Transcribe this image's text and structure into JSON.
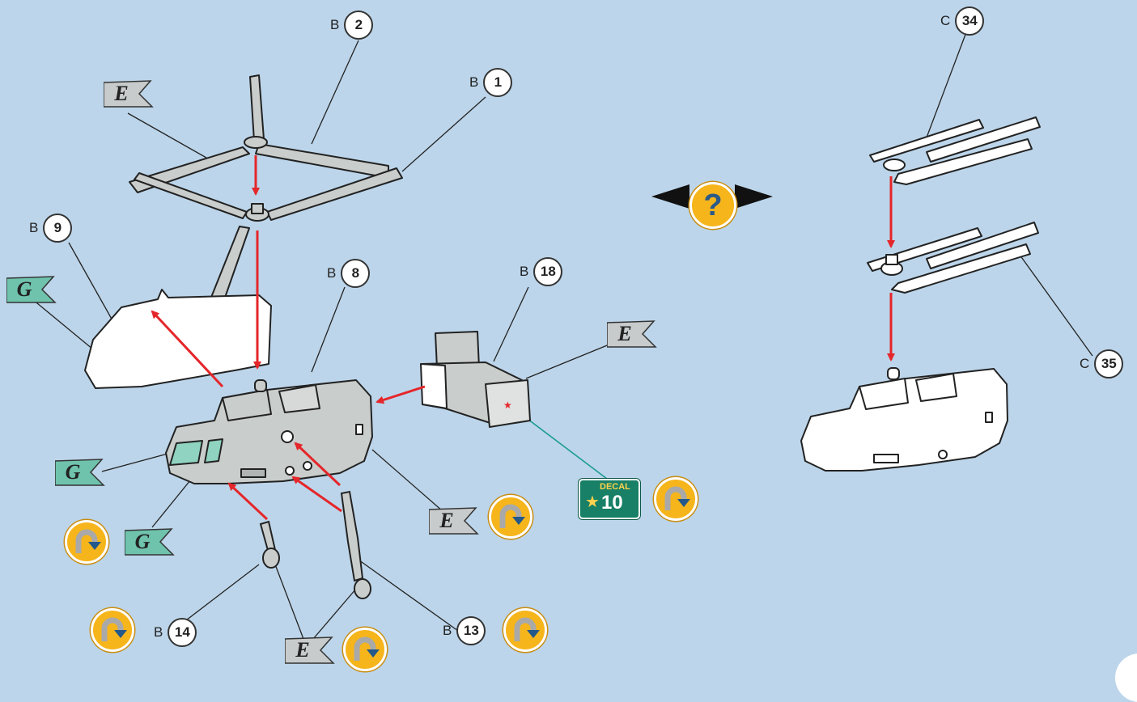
{
  "callouts": [
    {
      "id": "b2",
      "letter": "B",
      "number": "2"
    },
    {
      "id": "b1",
      "letter": "B",
      "number": "1"
    },
    {
      "id": "b9",
      "letter": "B",
      "number": "9"
    },
    {
      "id": "b8",
      "letter": "B",
      "number": "8"
    },
    {
      "id": "b18",
      "letter": "B",
      "number": "18"
    },
    {
      "id": "b14",
      "letter": "B",
      "number": "14"
    },
    {
      "id": "b13",
      "letter": "B",
      "number": "13"
    },
    {
      "id": "c34",
      "letter": "C",
      "number": "34"
    },
    {
      "id": "c35",
      "letter": "C",
      "number": "35"
    }
  ],
  "flags": {
    "e_top": "E",
    "g_cabin": "G",
    "g_window": "G",
    "g_nose": "G",
    "e_right": "E",
    "e_bottom_right": "E",
    "e_bottom": "E"
  },
  "decal": {
    "label": "DECAL",
    "number": "10"
  },
  "help": {
    "symbol": "?"
  },
  "colors": {
    "background": "#bcd5ea",
    "part_grey": "#c9cdcb",
    "flag_grey": "#c8cbcb",
    "flag_teal": "#6fc3ad",
    "arrow_red": "#e5262a",
    "badge_orange": "#f6b51b",
    "decal_green": "#178066"
  },
  "icons": {
    "rotate": "rotate-model-icon",
    "help": "question-icon",
    "star": "star-icon"
  }
}
